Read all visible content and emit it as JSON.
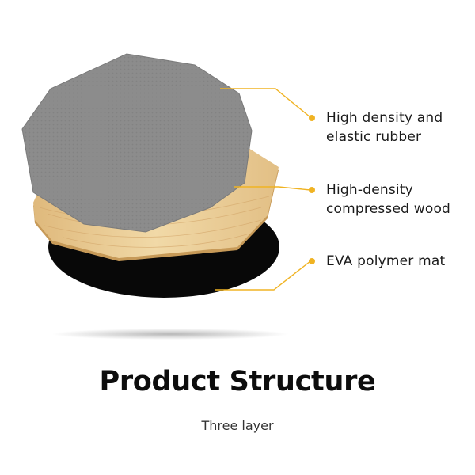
{
  "colors": {
    "accent": "#f0b323",
    "rubber_top": "#8c8c8c",
    "wood": "#e9c990",
    "mat": "#080808",
    "title_text": "#0d0d0d"
  },
  "layers": [
    {
      "icon": "rubber-pad-layer",
      "line1": "High density and",
      "line2": "elastic rubber"
    },
    {
      "icon": "wood-board-layer",
      "line1": "High-density",
      "line2": "compressed wood"
    },
    {
      "icon": "eva-mat-layer",
      "line1": "EVA polymer mat"
    }
  ],
  "title": "Product Structure",
  "subtitle": "Three layer"
}
